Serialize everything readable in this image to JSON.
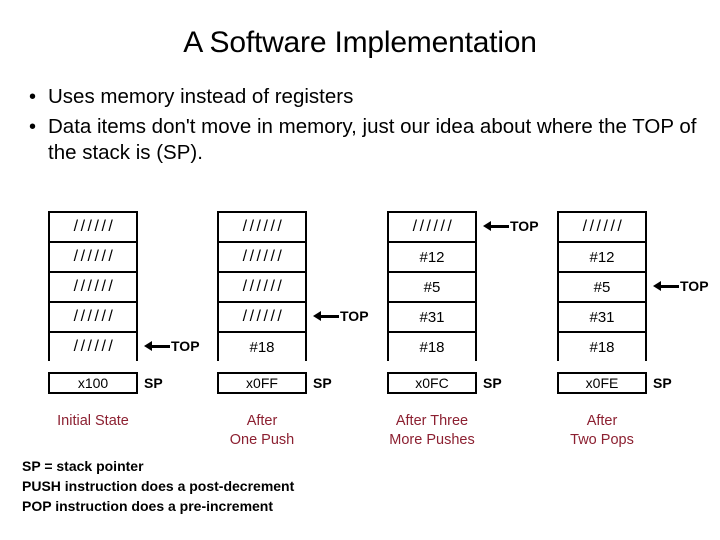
{
  "slide": {
    "title": "A Software Implementation",
    "bullet_marker": "•",
    "bullets": [
      "Uses memory instead of registers",
      "Data items don't move in memory, just our idea about where the TOP of the stack is (SP)."
    ],
    "top_marker_label": "TOP",
    "sp_label": "SP",
    "empty_cell": "//////",
    "columns": [
      {
        "cells": [
          "//////",
          "//////",
          "//////",
          "//////",
          "//////"
        ],
        "top_index": 4,
        "sp_value": "x100",
        "caption_line1": "Initial State",
        "caption_line2": ""
      },
      {
        "cells": [
          "//////",
          "//////",
          "//////",
          "//////",
          "#18"
        ],
        "top_index": 3,
        "sp_value": "x0FF",
        "caption_line1": "After",
        "caption_line2": "One Push"
      },
      {
        "cells": [
          "//////",
          "#12",
          "#5",
          "#31",
          "#18"
        ],
        "top_index": 0,
        "sp_value": "x0FC",
        "caption_line1": "After Three",
        "caption_line2": "More Pushes"
      },
      {
        "cells": [
          "//////",
          "#12",
          "#5",
          "#31",
          "#18"
        ],
        "top_index": 2,
        "sp_value": "x0FE",
        "caption_line1": "After",
        "caption_line2": "Two Pops"
      }
    ],
    "footnotes": [
      "SP = stack pointer",
      "PUSH instruction does a post-decrement",
      "POP instruction does a pre-increment"
    ],
    "colors": {
      "caption": "#8C2031",
      "text": "#000000",
      "background": "#ffffff"
    }
  }
}
